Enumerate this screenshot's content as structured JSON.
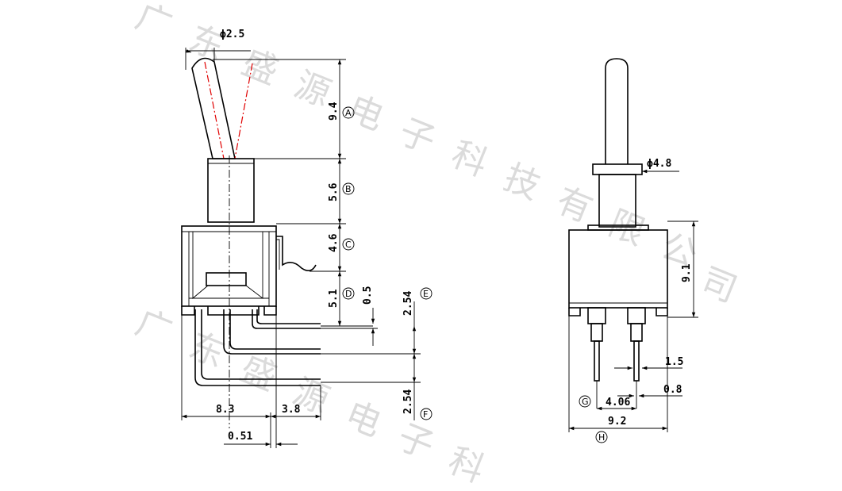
{
  "watermark": {
    "row1": [
      "广",
      "东",
      "盛",
      "源",
      "电",
      "子",
      "科",
      "技",
      "有",
      "限",
      "公",
      "司"
    ],
    "row2": [
      "广",
      "东",
      "盛",
      "源",
      "电",
      "子",
      "科"
    ]
  },
  "left_view": {
    "dims": {
      "lever_dia": "ϕ2.5",
      "A": "9.4",
      "B": "5.6",
      "C": "4.6",
      "D": "5.1",
      "pin_offset": "0.5",
      "pitch_E": "2.54",
      "pitch_F": "2.54",
      "width": "8.3",
      "overhang": "3.8",
      "base_offset": "0.51"
    },
    "labels": {
      "A": "A",
      "B": "B",
      "C": "C",
      "D": "D",
      "E": "E",
      "F": "F"
    }
  },
  "right_view": {
    "dims": {
      "bushing_dia": "ϕ4.8",
      "body_height": "9.1",
      "pin_width": "1.5",
      "pin_thickness": "0.8",
      "pin_pitch": "4.06",
      "body_width": "9.2"
    },
    "labels": {
      "G": "G",
      "H": "H"
    }
  }
}
